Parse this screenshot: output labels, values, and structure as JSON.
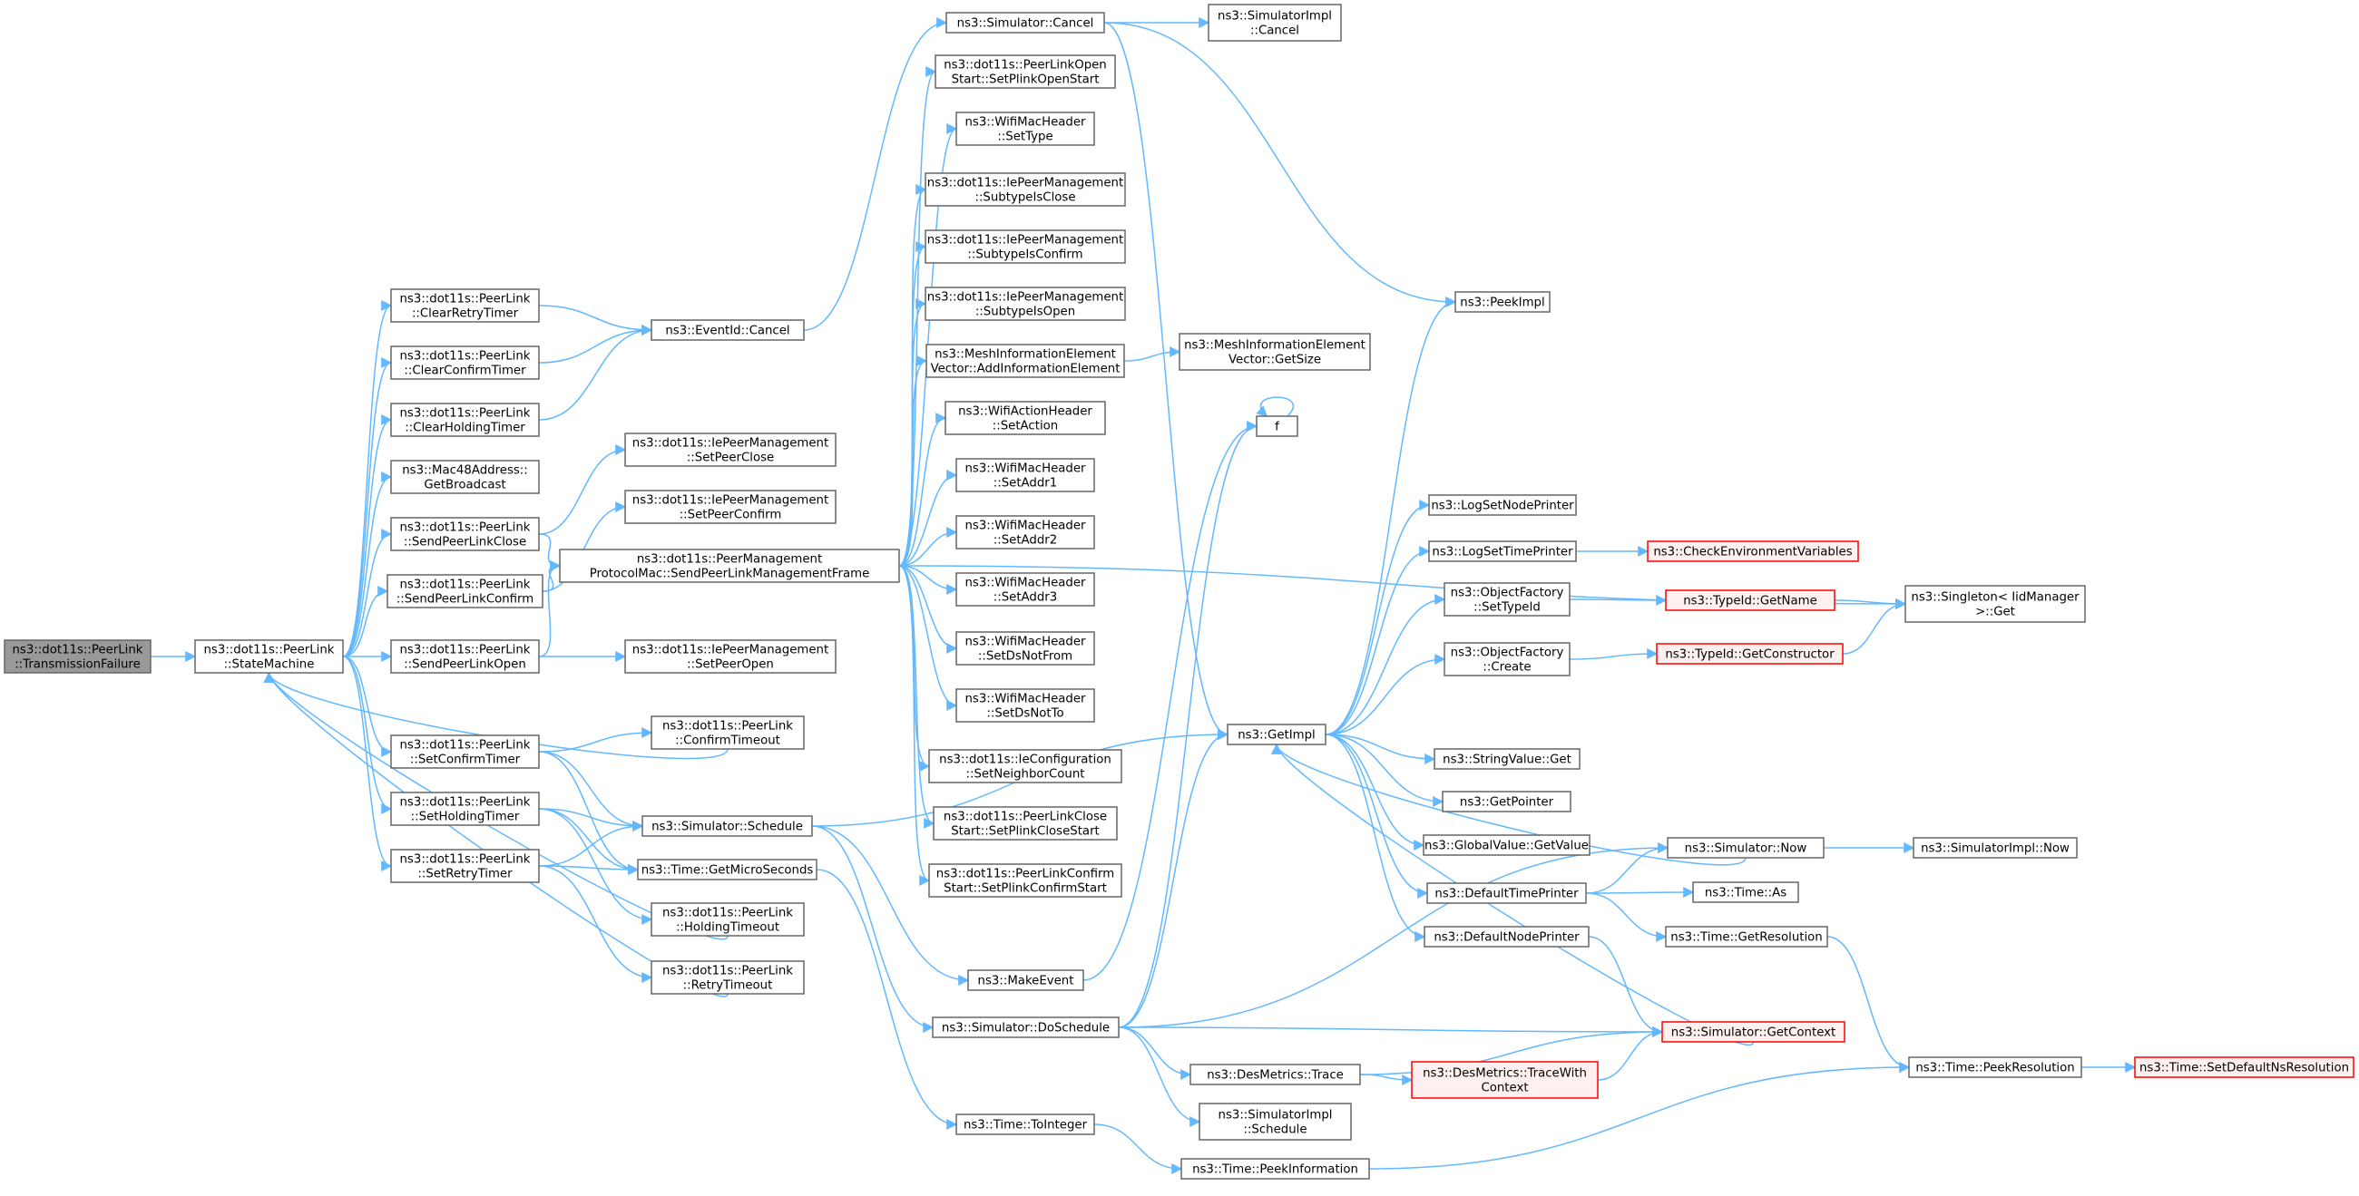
{
  "nodes": [
    {
      "id": "root",
      "lines": [
        "ns3::dot11s::PeerLink",
        "::TransmissionFailure"
      ],
      "style": "root"
    },
    {
      "id": "sm",
      "lines": [
        "ns3::dot11s::PeerLink",
        "::StateMachine"
      ]
    },
    {
      "id": "crt",
      "lines": [
        "ns3::dot11s::PeerLink",
        "::ClearRetryTimer"
      ]
    },
    {
      "id": "cct",
      "lines": [
        "ns3::dot11s::PeerLink",
        "::ClearConfirmTimer"
      ]
    },
    {
      "id": "cht",
      "lines": [
        "ns3::dot11s::PeerLink",
        "::ClearHoldingTimer"
      ]
    },
    {
      "id": "gb",
      "lines": [
        "ns3::Mac48Address::",
        "GetBroadcast"
      ]
    },
    {
      "id": "splc",
      "lines": [
        "ns3::dot11s::PeerLink",
        "::SendPeerLinkClose"
      ]
    },
    {
      "id": "splcf",
      "lines": [
        "ns3::dot11s::PeerLink",
        "::SendPeerLinkConfirm"
      ]
    },
    {
      "id": "splo",
      "lines": [
        "ns3::dot11s::PeerLink",
        "::SendPeerLinkOpen"
      ]
    },
    {
      "id": "sct",
      "lines": [
        "ns3::dot11s::PeerLink",
        "::SetConfirmTimer"
      ]
    },
    {
      "id": "sht",
      "lines": [
        "ns3::dot11s::PeerLink",
        "::SetHoldingTimer"
      ]
    },
    {
      "id": "srt",
      "lines": [
        "ns3::dot11s::PeerLink",
        "::SetRetryTimer"
      ]
    },
    {
      "id": "evc",
      "lines": [
        "ns3::EventId::Cancel"
      ]
    },
    {
      "id": "spc",
      "lines": [
        "ns3::dot11s::IePeerManagement",
        "::SetPeerClose"
      ]
    },
    {
      "id": "spcf",
      "lines": [
        "ns3::dot11s::IePeerManagement",
        "::SetPeerConfirm"
      ]
    },
    {
      "id": "spo",
      "lines": [
        "ns3::dot11s::IePeerManagement",
        "::SetPeerOpen"
      ]
    },
    {
      "id": "send",
      "lines": [
        "ns3::dot11s::PeerManagement",
        "ProtocolMac::SendPeerLinkManagementFrame"
      ]
    },
    {
      "id": "cto",
      "lines": [
        "ns3::dot11s::PeerLink",
        "::ConfirmTimeout"
      ]
    },
    {
      "id": "sched",
      "lines": [
        "ns3::Simulator::Schedule"
      ]
    },
    {
      "id": "gms",
      "lines": [
        "ns3::Time::GetMicroSeconds"
      ]
    },
    {
      "id": "hto",
      "lines": [
        "ns3::dot11s::PeerLink",
        "::HoldingTimeout"
      ]
    },
    {
      "id": "rto",
      "lines": [
        "ns3::dot11s::PeerLink",
        "::RetryTimeout"
      ]
    },
    {
      "id": "scancel",
      "lines": [
        "ns3::Simulator::Cancel"
      ]
    },
    {
      "id": "plos",
      "lines": [
        "ns3::dot11s::PeerLinkOpen",
        "Start::SetPlinkOpenStart"
      ]
    },
    {
      "id": "wst",
      "lines": [
        "ns3::WifiMacHeader",
        "::SetType"
      ]
    },
    {
      "id": "sic",
      "lines": [
        "ns3::dot11s::IePeerManagement",
        "::SubtypeIsClose"
      ]
    },
    {
      "id": "sicf",
      "lines": [
        "ns3::dot11s::IePeerManagement",
        "::SubtypeIsConfirm"
      ]
    },
    {
      "id": "sio",
      "lines": [
        "ns3::dot11s::IePeerManagement",
        "::SubtypeIsOpen"
      ]
    },
    {
      "id": "addie",
      "lines": [
        "ns3::MeshInformationElement",
        "Vector::AddInformationElement"
      ]
    },
    {
      "id": "sact",
      "lines": [
        "ns3::WifiActionHeader",
        "::SetAction"
      ]
    },
    {
      "id": "sa1",
      "lines": [
        "ns3::WifiMacHeader",
        "::SetAddr1"
      ]
    },
    {
      "id": "sa2",
      "lines": [
        "ns3::WifiMacHeader",
        "::SetAddr2"
      ]
    },
    {
      "id": "sa3",
      "lines": [
        "ns3::WifiMacHeader",
        "::SetAddr3"
      ]
    },
    {
      "id": "sdnf",
      "lines": [
        "ns3::WifiMacHeader",
        "::SetDsNotFrom"
      ]
    },
    {
      "id": "sdnt",
      "lines": [
        "ns3::WifiMacHeader",
        "::SetDsNotTo"
      ]
    },
    {
      "id": "snc",
      "lines": [
        "ns3::dot11s::IeConfiguration",
        "::SetNeighborCount"
      ]
    },
    {
      "id": "plcs",
      "lines": [
        "ns3::dot11s::PeerLinkClose",
        "Start::SetPlinkCloseStart"
      ]
    },
    {
      "id": "plcfs",
      "lines": [
        "ns3::dot11s::PeerLinkConfirm",
        "Start::SetPlinkConfirmStart"
      ]
    },
    {
      "id": "mkev",
      "lines": [
        "ns3::MakeEvent"
      ]
    },
    {
      "id": "dosch",
      "lines": [
        "ns3::Simulator::DoSchedule"
      ]
    },
    {
      "id": "toint",
      "lines": [
        "ns3::Time::ToInteger"
      ]
    },
    {
      "id": "simcancel",
      "lines": [
        "ns3::SimulatorImpl",
        "::Cancel"
      ]
    },
    {
      "id": "gsize",
      "lines": [
        "ns3::MeshInformationElement",
        "Vector::GetSize"
      ]
    },
    {
      "id": "f",
      "lines": [
        "f"
      ]
    },
    {
      "id": "getimpl",
      "lines": [
        "ns3::GetImpl"
      ]
    },
    {
      "id": "trace",
      "lines": [
        "ns3::DesMetrics::Trace"
      ]
    },
    {
      "id": "simsched",
      "lines": [
        "ns3::SimulatorImpl",
        "::Schedule"
      ]
    },
    {
      "id": "peekinfo",
      "lines": [
        "ns3::Time::PeekInformation"
      ]
    },
    {
      "id": "peekimpl",
      "lines": [
        "ns3::PeekImpl"
      ]
    },
    {
      "id": "lsnp",
      "lines": [
        "ns3::LogSetNodePrinter"
      ]
    },
    {
      "id": "lstp",
      "lines": [
        "ns3::LogSetTimePrinter"
      ]
    },
    {
      "id": "ofsti",
      "lines": [
        "ns3::ObjectFactory",
        "::SetTypeId"
      ]
    },
    {
      "id": "ofc",
      "lines": [
        "ns3::ObjectFactory",
        "::Create"
      ]
    },
    {
      "id": "svget",
      "lines": [
        "ns3::StringValue::Get"
      ]
    },
    {
      "id": "gptr",
      "lines": [
        "ns3::GetPointer"
      ]
    },
    {
      "id": "gvgv",
      "lines": [
        "ns3::GlobalValue::GetValue"
      ]
    },
    {
      "id": "dtp",
      "lines": [
        "ns3::DefaultTimePrinter"
      ]
    },
    {
      "id": "dnp",
      "lines": [
        "ns3::DefaultNodePrinter"
      ]
    },
    {
      "id": "twc",
      "lines": [
        "ns3::DesMetrics::TraceWith",
        "Context"
      ],
      "style": "trunc"
    },
    {
      "id": "cev",
      "lines": [
        "ns3::CheckEnvironmentVariables"
      ],
      "style": "trunc"
    },
    {
      "id": "tigetname",
      "lines": [
        "ns3::TypeId::GetName"
      ],
      "style": "trunc"
    },
    {
      "id": "tigetctor",
      "lines": [
        "ns3::TypeId::GetConstructor"
      ],
      "style": "trunc"
    },
    {
      "id": "simnow",
      "lines": [
        "ns3::Simulator::Now"
      ]
    },
    {
      "id": "tas",
      "lines": [
        "ns3::Time::As"
      ]
    },
    {
      "id": "tgetres",
      "lines": [
        "ns3::Time::GetResolution"
      ]
    },
    {
      "id": "simgetctx",
      "lines": [
        "ns3::Simulator::GetContext"
      ],
      "style": "trunc"
    },
    {
      "id": "singleton",
      "lines": [
        "ns3::Singleton< IidManager",
        " >::Get"
      ]
    },
    {
      "id": "simimplnow",
      "lines": [
        "ns3::SimulatorImpl::Now"
      ]
    },
    {
      "id": "peekres",
      "lines": [
        "ns3::Time::PeekResolution"
      ]
    },
    {
      "id": "sdnr",
      "lines": [
        "ns3::Time::SetDefaultNsResolution"
      ],
      "style": "trunc"
    }
  ],
  "edges": [
    [
      "root",
      "sm"
    ],
    [
      "sm",
      "crt"
    ],
    [
      "sm",
      "cct"
    ],
    [
      "sm",
      "cht"
    ],
    [
      "sm",
      "gb"
    ],
    [
      "sm",
      "splc"
    ],
    [
      "sm",
      "splcf"
    ],
    [
      "sm",
      "splo"
    ],
    [
      "sm",
      "sct"
    ],
    [
      "sm",
      "sht"
    ],
    [
      "sm",
      "srt"
    ],
    [
      "crt",
      "evc"
    ],
    [
      "cct",
      "evc"
    ],
    [
      "cht",
      "evc"
    ],
    [
      "splc",
      "spc"
    ],
    [
      "splc",
      "send"
    ],
    [
      "splcf",
      "spcf"
    ],
    [
      "splcf",
      "send"
    ],
    [
      "splo",
      "send"
    ],
    [
      "splo",
      "spo"
    ],
    [
      "sct",
      "cto"
    ],
    [
      "sct",
      "sched"
    ],
    [
      "sct",
      "gms"
    ],
    [
      "sht",
      "sched"
    ],
    [
      "sht",
      "gms"
    ],
    [
      "sht",
      "hto"
    ],
    [
      "srt",
      "sched"
    ],
    [
      "srt",
      "gms"
    ],
    [
      "srt",
      "rto"
    ],
    [
      "cto",
      "sm"
    ],
    [
      "hto",
      "sm"
    ],
    [
      "rto",
      "sm"
    ],
    [
      "evc",
      "scancel"
    ],
    [
      "send",
      "plos"
    ],
    [
      "send",
      "wst"
    ],
    [
      "send",
      "sic"
    ],
    [
      "send",
      "sicf"
    ],
    [
      "send",
      "sio"
    ],
    [
      "send",
      "addie"
    ],
    [
      "send",
      "sact"
    ],
    [
      "send",
      "sa1"
    ],
    [
      "send",
      "sa2"
    ],
    [
      "send",
      "sa3"
    ],
    [
      "send",
      "sdnf"
    ],
    [
      "send",
      "sdnt"
    ],
    [
      "send",
      "snc"
    ],
    [
      "send",
      "plcs"
    ],
    [
      "send",
      "plcfs"
    ],
    [
      "send",
      "singleton"
    ],
    [
      "sched",
      "mkev"
    ],
    [
      "sched",
      "dosch"
    ],
    [
      "sched",
      "getimpl"
    ],
    [
      "gms",
      "toint"
    ],
    [
      "scancel",
      "simcancel"
    ],
    [
      "scancel",
      "peekimpl"
    ],
    [
      "scancel",
      "getimpl"
    ],
    [
      "addie",
      "gsize"
    ],
    [
      "mkev",
      "f"
    ],
    [
      "f",
      "f"
    ],
    [
      "dosch",
      "getimpl"
    ],
    [
      "dosch",
      "trace"
    ],
    [
      "dosch",
      "simsched"
    ],
    [
      "dosch",
      "simnow"
    ],
    [
      "dosch",
      "simgetctx"
    ],
    [
      "dosch",
      "f"
    ],
    [
      "toint",
      "peekinfo"
    ],
    [
      "getimpl",
      "peekimpl"
    ],
    [
      "getimpl",
      "lsnp"
    ],
    [
      "getimpl",
      "lstp"
    ],
    [
      "getimpl",
      "ofsti"
    ],
    [
      "getimpl",
      "ofc"
    ],
    [
      "getimpl",
      "svget"
    ],
    [
      "getimpl",
      "gptr"
    ],
    [
      "getimpl",
      "gvgv"
    ],
    [
      "getimpl",
      "dtp"
    ],
    [
      "getimpl",
      "dnp"
    ],
    [
      "trace",
      "twc"
    ],
    [
      "trace",
      "simgetctx"
    ],
    [
      "twc",
      "simgetctx"
    ],
    [
      "lstp",
      "cev"
    ],
    [
      "ofsti",
      "tigetname"
    ],
    [
      "ofc",
      "tigetctor"
    ],
    [
      "tigetname",
      "singleton"
    ],
    [
      "tigetctor",
      "singleton"
    ],
    [
      "dtp",
      "simnow"
    ],
    [
      "dtp",
      "tas"
    ],
    [
      "dtp",
      "tgetres"
    ],
    [
      "dnp",
      "simgetctx"
    ],
    [
      "simnow",
      "simimplnow"
    ],
    [
      "simnow",
      "getimpl"
    ],
    [
      "simgetctx",
      "getimpl"
    ],
    [
      "tgetres",
      "peekres"
    ],
    [
      "peekinfo",
      "peekres"
    ],
    [
      "peekres",
      "sdnr"
    ]
  ]
}
